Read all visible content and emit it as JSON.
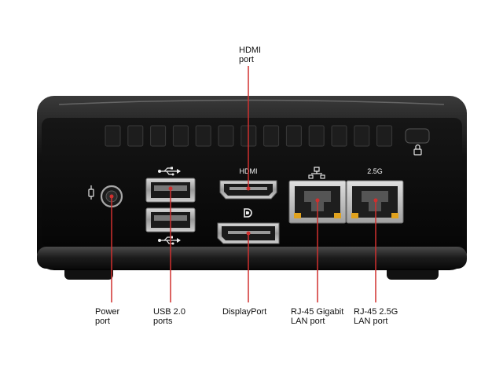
{
  "labels": {
    "hdmi_top": {
      "line1": "HDMI",
      "line2": "port"
    },
    "power": {
      "line1": "Power",
      "line2": "port"
    },
    "usb": {
      "line1": "USB 2.0",
      "line2": "ports"
    },
    "displayport": {
      "line1": "DisplayPort"
    },
    "rj45_gigabit": {
      "line1": "RJ-45 Gigabit",
      "line2": "LAN port"
    },
    "rj45_25g": {
      "line1": "RJ-45 2.5G",
      "line2": "LAN port"
    }
  },
  "panel": {
    "hdmi_text": "HDMI",
    "lan25_text": "2.5G"
  },
  "colors": {
    "callout_line": "#d0302f",
    "chassis": "#0b0b0b"
  }
}
